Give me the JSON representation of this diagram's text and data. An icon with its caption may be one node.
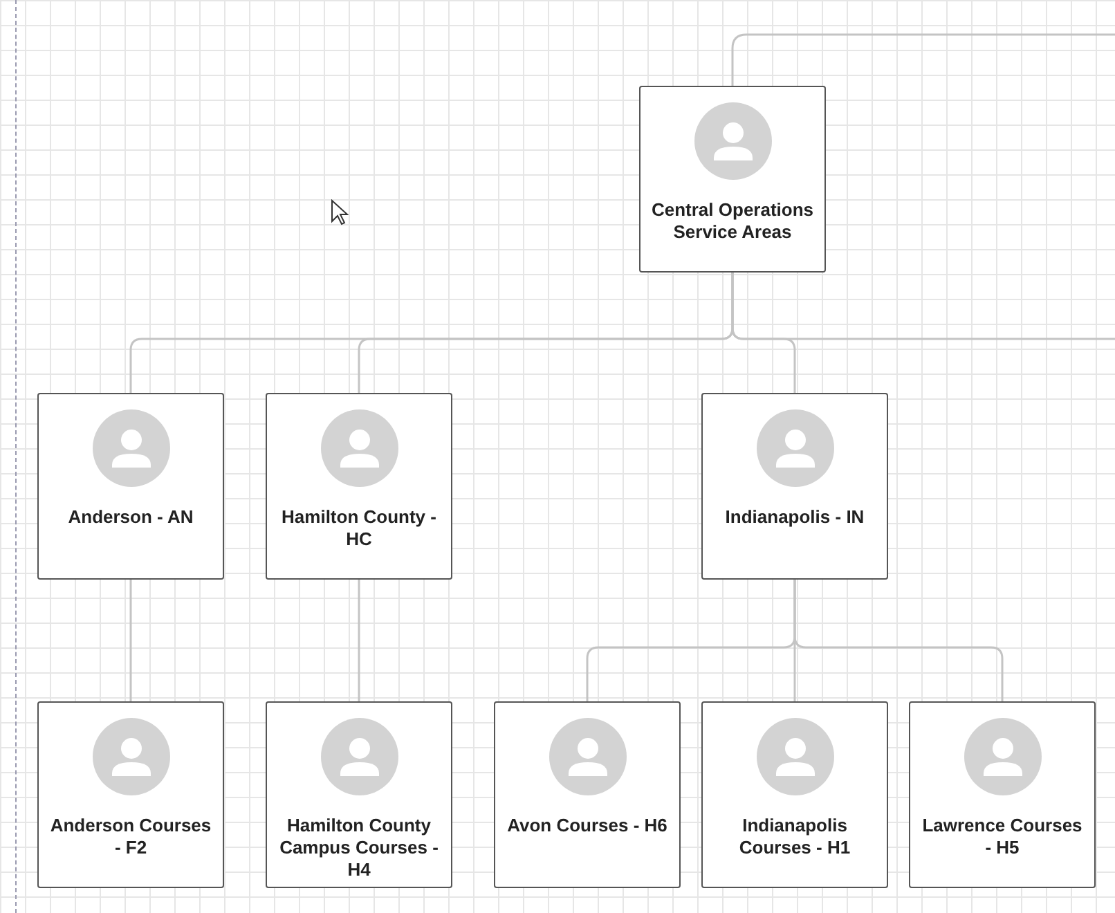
{
  "diagram": {
    "nodes": [
      {
        "text": [
          "Central Operations Service Areas"
        ]
      },
      {
        "text": [
          "Anderson - AN"
        ]
      },
      {
        "text": [
          "Hamilton County - HC"
        ]
      },
      {
        "text": [
          "Indianapolis - IN"
        ]
      },
      {
        "text": [
          "Anderson Courses - F2"
        ]
      },
      {
        "text": [
          "Hamilton County Campus Courses - H4"
        ]
      },
      {
        "text": [
          "Avon Courses - H6"
        ]
      },
      {
        "text": [
          "Indianapolis Courses - H1"
        ]
      },
      {
        "text": [
          "Lawrence Courses - H5"
        ]
      }
    ],
    "edges": [
      {
        "from": null,
        "to": 0,
        "arrow": "none"
      },
      {
        "from": 0,
        "to": 1,
        "arrow": "none"
      },
      {
        "from": 0,
        "to": 2,
        "arrow": "none"
      },
      {
        "from": 0,
        "to": 3,
        "arrow": "none"
      },
      {
        "from": 0,
        "to": null,
        "arrow": "none"
      },
      {
        "from": 1,
        "to": 4,
        "arrow": "none"
      },
      {
        "from": 2,
        "to": 5,
        "arrow": "none"
      },
      {
        "from": 3,
        "to": 6,
        "arrow": "none"
      },
      {
        "from": 3,
        "to": 7,
        "arrow": "none"
      },
      {
        "from": 3,
        "to": 8,
        "arrow": "none"
      }
    ]
  }
}
